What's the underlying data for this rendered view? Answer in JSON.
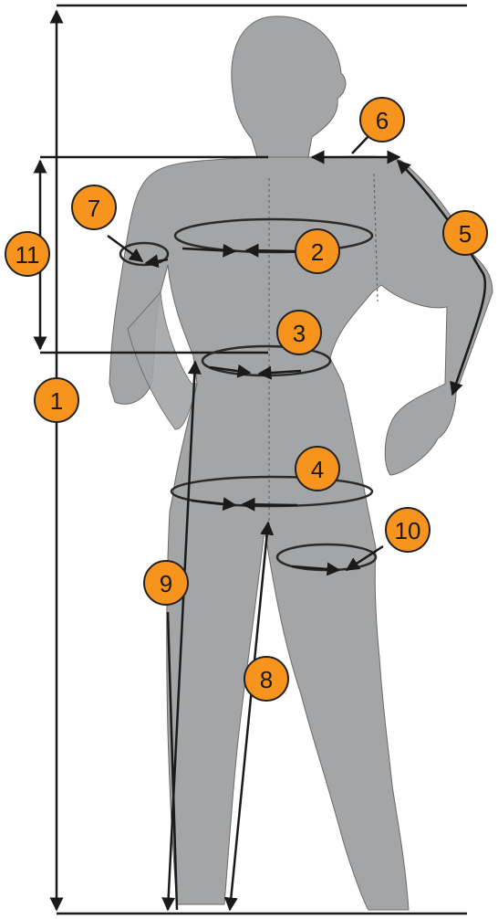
{
  "colors": {
    "badge": "#f7941d",
    "figure": "#a3a5a6",
    "lines": "#1a1a1a"
  },
  "markers": [
    {
      "id": "1",
      "label": "1"
    },
    {
      "id": "2",
      "label": "2"
    },
    {
      "id": "3",
      "label": "3"
    },
    {
      "id": "4",
      "label": "4"
    },
    {
      "id": "5",
      "label": "5"
    },
    {
      "id": "6",
      "label": "6"
    },
    {
      "id": "7",
      "label": "7"
    },
    {
      "id": "8",
      "label": "8"
    },
    {
      "id": "9",
      "label": "9"
    },
    {
      "id": "10",
      "label": "10"
    },
    {
      "id": "11",
      "label": "11"
    }
  ]
}
